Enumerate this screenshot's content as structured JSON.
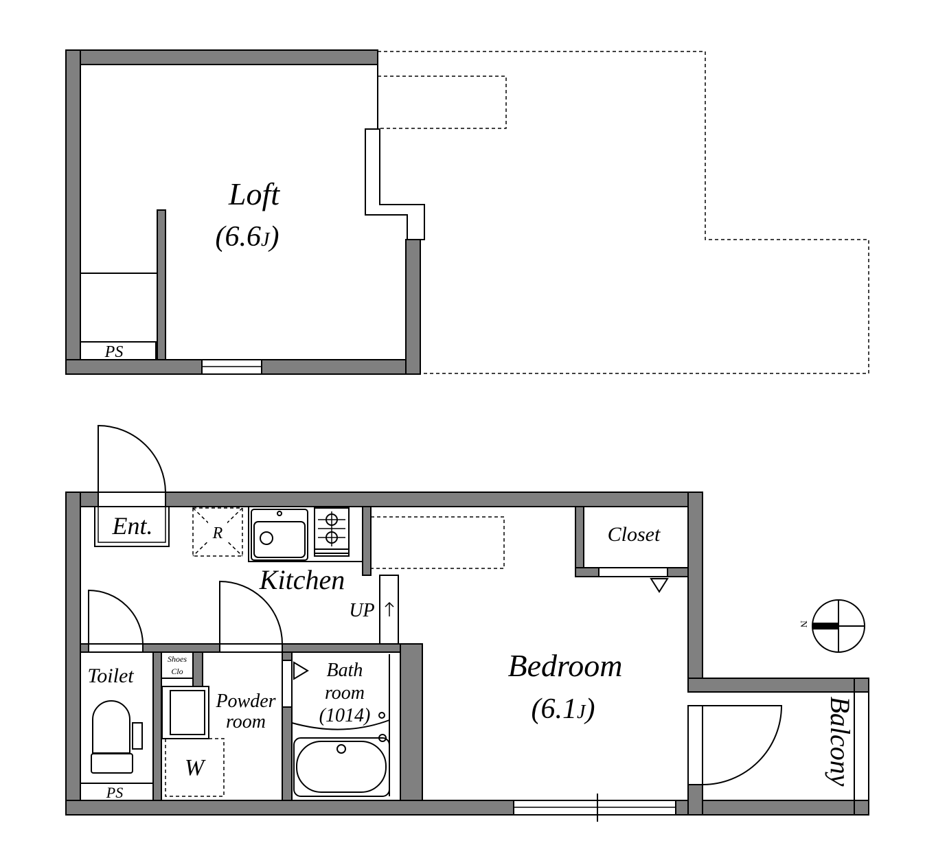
{
  "labels": {
    "loft": "Loft",
    "loft_size": "(6.6",
    "loft_unit": "J",
    "ps_top": "PS",
    "entrance": "Ent.",
    "refrigerator": "R",
    "kitchen": "Kitchen",
    "up": "UP",
    "closet": "Closet",
    "bedroom": "Bedroom",
    "bedroom_size": "(6.1",
    "bedroom_unit": "J",
    "balcony": "Balcony",
    "toilet": "Toilet",
    "shoes_line1": "Shoes",
    "shoes_line2": "Clo",
    "powder_line1": "Powder",
    "powder_line2": "room",
    "bath_line1": "Bath",
    "bath_line2": "room",
    "bath_line3": "(1014)",
    "washer": "W",
    "ps_bottom": "PS",
    "north": "N"
  },
  "colors": {
    "wall": "#808080",
    "line": "#000000",
    "background": "#ffffff"
  }
}
